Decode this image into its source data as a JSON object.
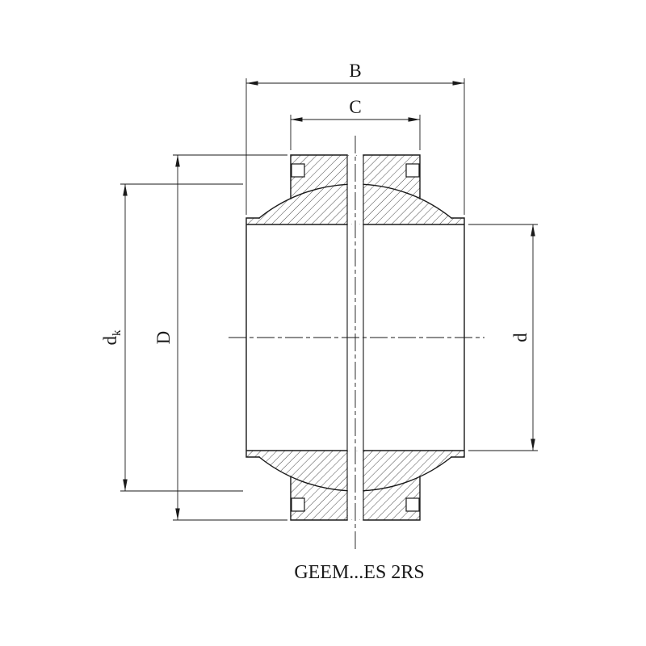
{
  "drawing": {
    "caption": "GEEM...ES 2RS",
    "dimensions": {
      "b": "B",
      "c": "C",
      "d_outer": "D",
      "dk_main": "d",
      "dk_sub": "k",
      "d_bore": "d"
    },
    "colors": {
      "line": "#1a1a1a",
      "background": "#ffffff"
    }
  }
}
